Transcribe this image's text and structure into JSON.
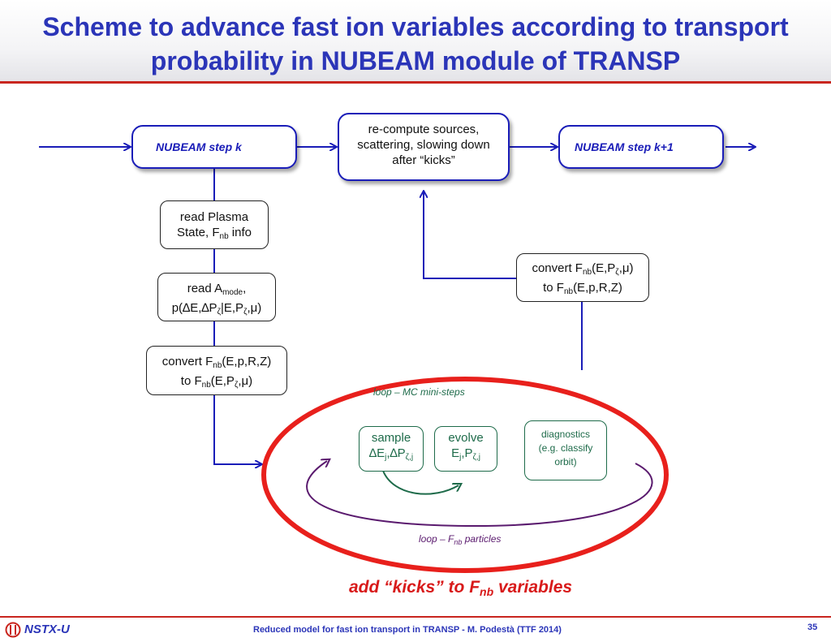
{
  "title": {
    "line1": "Scheme to advance fast ion variables according to transport",
    "line2": "probability in NUBEAM module of TRANSP"
  },
  "steps": {
    "step_k": "NUBEAM step k",
    "step_k1": "NUBEAM step k+1"
  },
  "recompute": {
    "line1": "re-compute sources,",
    "line2": "scattering, slowing down",
    "line3": "after “kicks”"
  },
  "read_plasma": {
    "line1": "read Plasma",
    "line2_a": "State, F",
    "line2_sub": "nb",
    "line2_b": " info"
  },
  "read_amode": {
    "a": "read A",
    "a_sub": "mode",
    "a_end": ",",
    "p": "p(∆E,∆P",
    "p_sub": "ζ",
    "p_mid": "|E,P",
    "p_sub2": "ζ",
    "p_end": ",μ)"
  },
  "convert_left": {
    "l1_a": "convert F",
    "l1_sub": "nb",
    "l1_b": "(E,p,R,Z)",
    "l2_a": "to F",
    "l2_sub": "nb",
    "l2_b": "(E,P",
    "l2_sub2": "ζ",
    "l2_c": ",μ)"
  },
  "convert_right": {
    "l1_a": "convert F",
    "l1_sub": "nb",
    "l1_b": "(E,P",
    "l1_sub2": "ζ",
    "l1_c": ",μ)",
    "l2_a": "to F",
    "l2_sub": "nb",
    "l2_b": "(E,p,R,Z)"
  },
  "loop_mc": "loop – MC mini-steps",
  "sample": {
    "line1": "sample",
    "l2_a": "∆E",
    "l2_sub": "j",
    "l2_b": ",∆P",
    "l2_sub2": "ζ,j"
  },
  "evolve": {
    "line1": "evolve",
    "l2_a": "E",
    "l2_sub": "j",
    "l2_b": ",P",
    "l2_sub2": "ζ,j"
  },
  "diagnostics": {
    "line1": "diagnostics",
    "line2": "(e.g. classify",
    "line3": "orbit)"
  },
  "loop_fnb": {
    "a": "loop – F",
    "sub": "nb",
    "b": " particles"
  },
  "add_kicks": {
    "a": "add “kicks” to F",
    "sub": "nb",
    "b": " variables"
  },
  "footer": {
    "logo": "NSTX-U",
    "center": "Reduced model for fast ion transport in TRANSP - M. Podestà (TTF 2014)",
    "page": "35"
  },
  "colors": {
    "title": "#2b35b8",
    "flow_arrow": "#1a1db8",
    "ellipse": "#e8201c",
    "loop_purple": "#5a1a6e",
    "loop_green": "#1e6b4a",
    "accent_red": "#c9261f"
  }
}
